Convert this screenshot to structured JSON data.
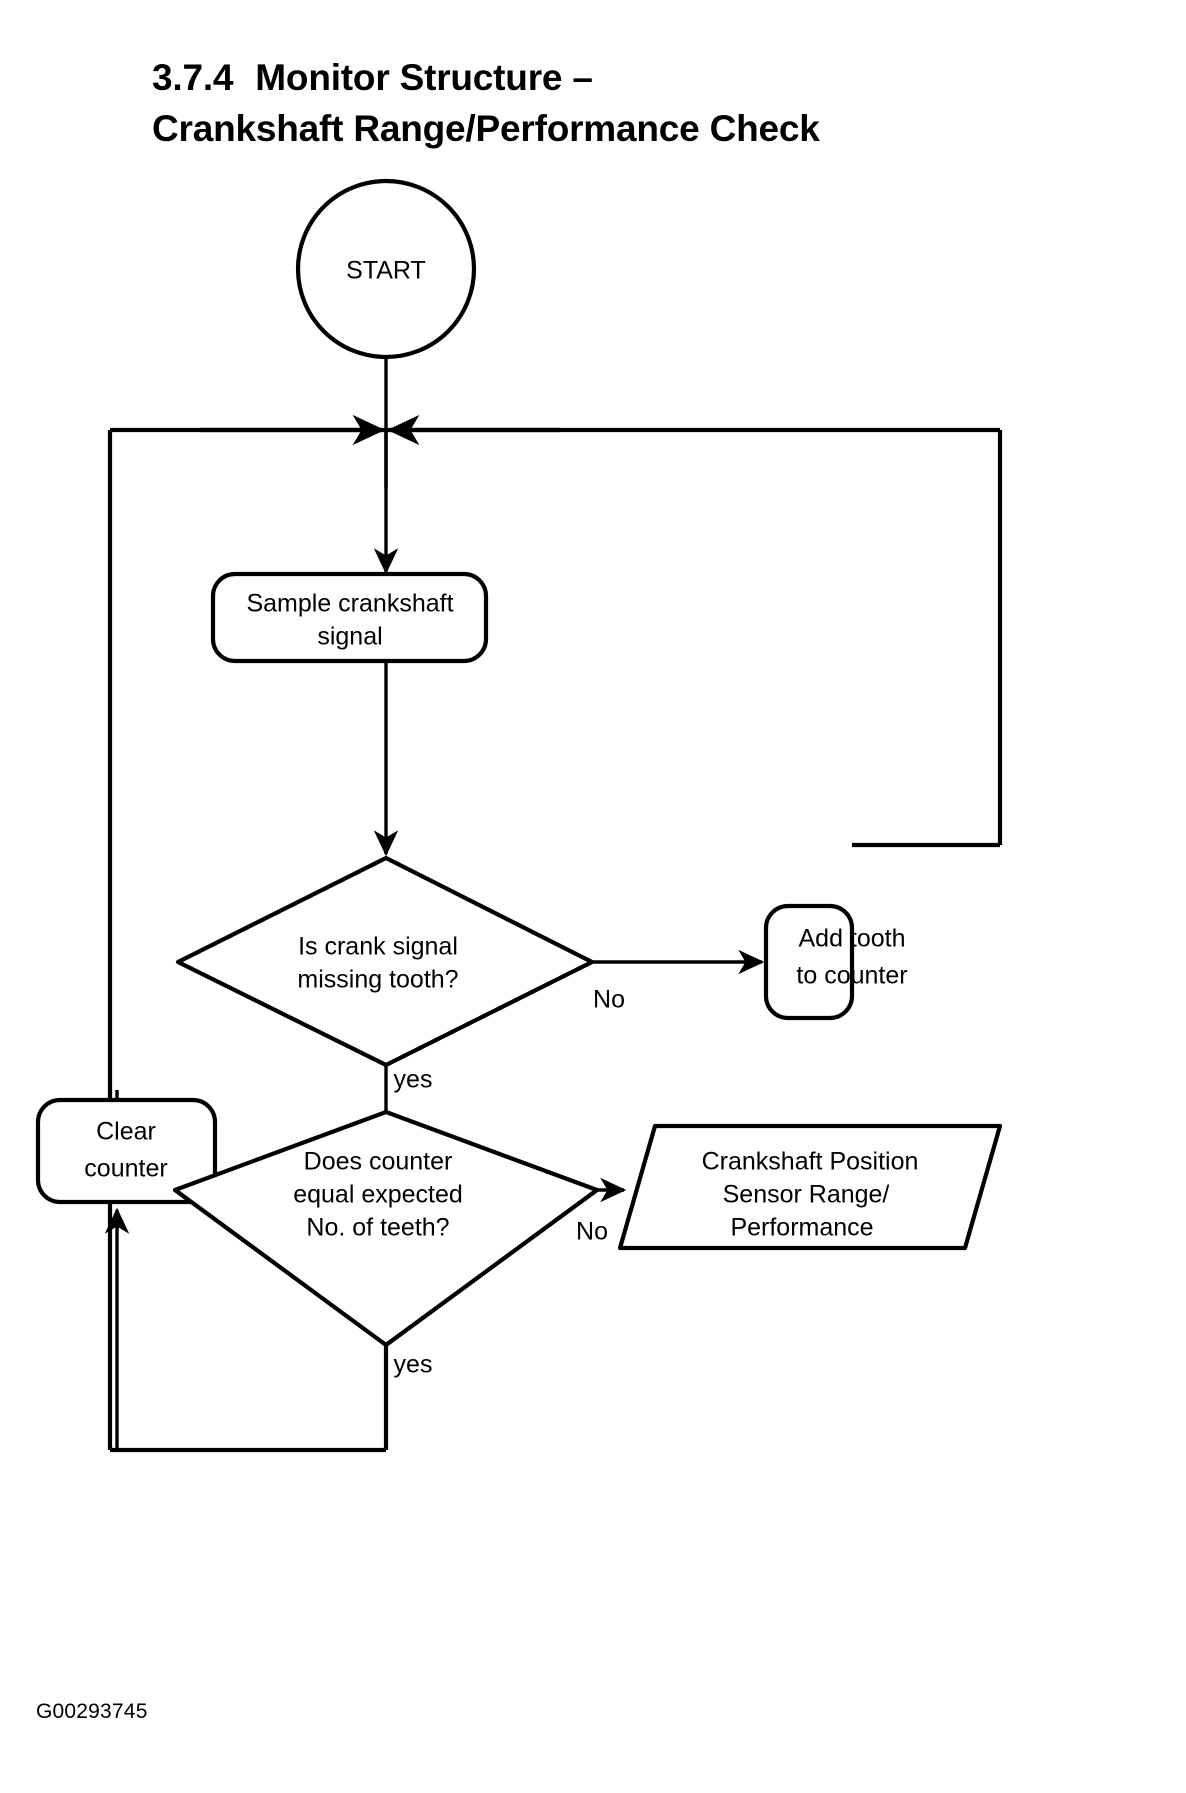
{
  "heading": {
    "number": "3.7.4",
    "line1": "Monitor Structure –",
    "line2": "Crankshaft Range/Performance Check"
  },
  "figure_id": "G00293745",
  "colors": {
    "stroke": "#000000",
    "fill": "#ffffff",
    "background": "#ffffff",
    "text": "#000000"
  },
  "diagram": {
    "type": "flowchart",
    "nodes": [
      {
        "id": "start",
        "shape": "circle",
        "lines": [
          "START"
        ]
      },
      {
        "id": "sample",
        "shape": "rounded-rect",
        "lines": [
          "Sample crankshaft",
          "signal"
        ]
      },
      {
        "id": "missing-tooth",
        "shape": "diamond",
        "lines": [
          "Is crank signal",
          "missing tooth?"
        ]
      },
      {
        "id": "add-tooth",
        "shape": "rounded-rect",
        "lines": [
          "Add tooth",
          "to counter"
        ]
      },
      {
        "id": "clear-counter",
        "shape": "rounded-rect",
        "lines": [
          "Clear",
          "counter"
        ]
      },
      {
        "id": "counter-equal",
        "shape": "diamond",
        "lines": [
          "Does counter",
          "equal expected",
          "No. of teeth?"
        ]
      },
      {
        "id": "fault",
        "shape": "parallelogram",
        "lines": [
          "Crankshaft Position",
          "Sensor Range/",
          "Performance"
        ]
      }
    ],
    "edge_labels": {
      "missing_tooth_no": "No",
      "missing_tooth_yes": "yes",
      "counter_equal_no": "No",
      "counter_equal_yes": "yes"
    }
  }
}
